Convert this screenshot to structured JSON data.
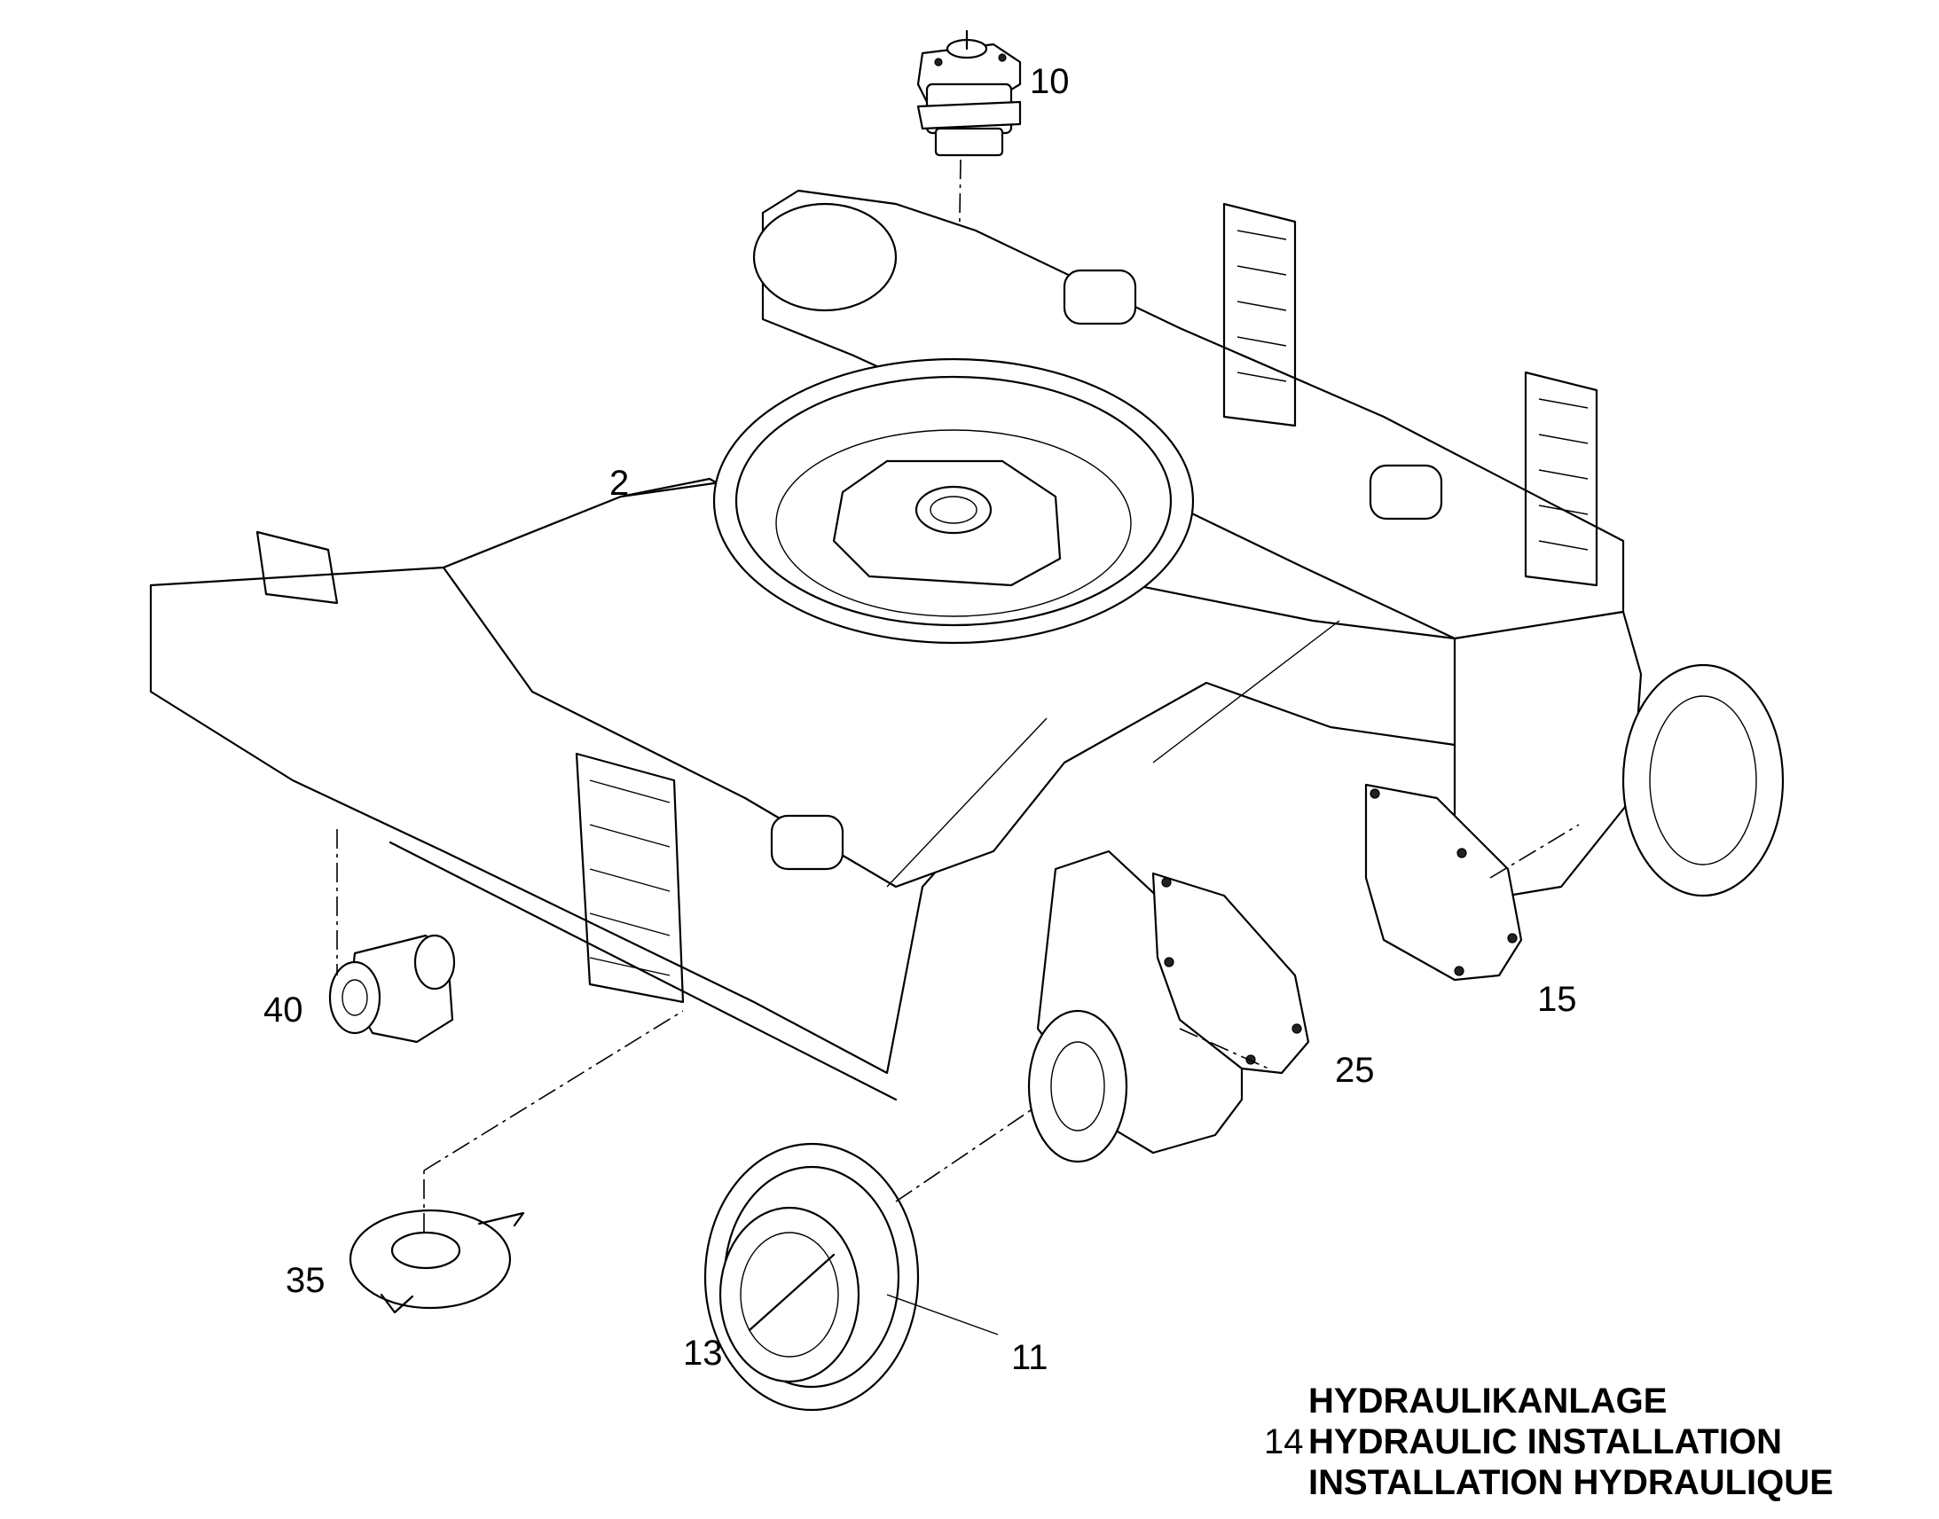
{
  "callouts": {
    "c10": "10",
    "c2": "2",
    "c40": "40",
    "c15": "15",
    "c25": "25",
    "c35": "35",
    "c13": "13",
    "c11": "11"
  },
  "legend": {
    "number": "14",
    "line1": "HYDRAULIKANLAGE",
    "line2": "HYDRAULIC INSTALLATION",
    "line3": "INSTALLATION HYDRAULIQUE"
  }
}
